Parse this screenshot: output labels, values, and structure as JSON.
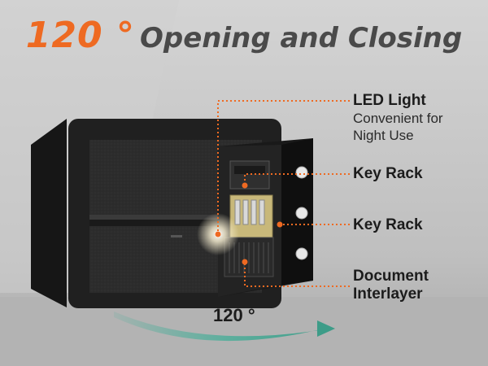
{
  "headline": {
    "angle": "120 °",
    "text": "Opening and Closing"
  },
  "callouts": [
    {
      "title": "LED Light",
      "subtitle_lines": [
        "Convenient for",
        "Night Use"
      ]
    },
    {
      "title": "Key Rack"
    },
    {
      "title": "Key Rack"
    },
    {
      "title_lines": [
        "Document",
        "Interlayer"
      ]
    }
  ],
  "angle_label": "120 °",
  "colors": {
    "accent": "#ee6a22",
    "arc": "#4fae9a",
    "safe_body": "#1f1f1f",
    "felt": "#2b2b2b"
  }
}
